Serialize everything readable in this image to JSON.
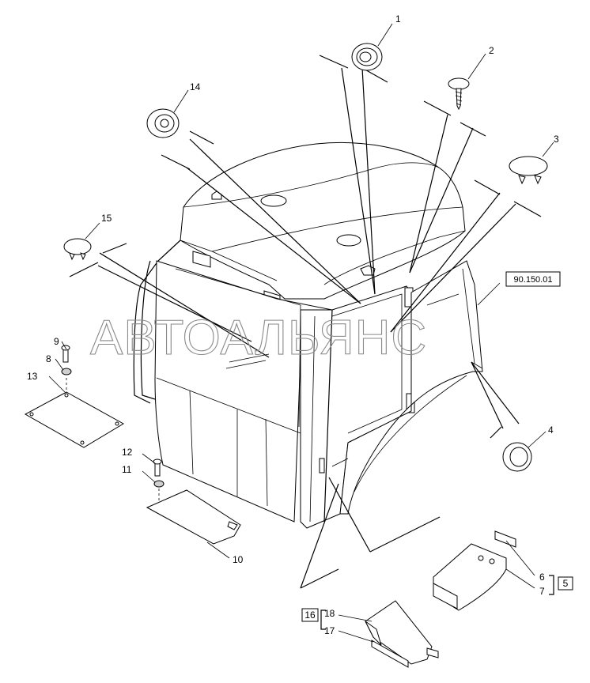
{
  "callouts": [
    "1",
    "2",
    "3",
    "4",
    "5",
    "6",
    "7",
    "8",
    "9",
    "10",
    "11",
    "12",
    "13",
    "14",
    "15",
    "16",
    "17",
    "18"
  ],
  "ref_link": "90.150.01",
  "group_5": "5",
  "group_16": "16",
  "watermark": "АВТОАЛЬЯНС"
}
